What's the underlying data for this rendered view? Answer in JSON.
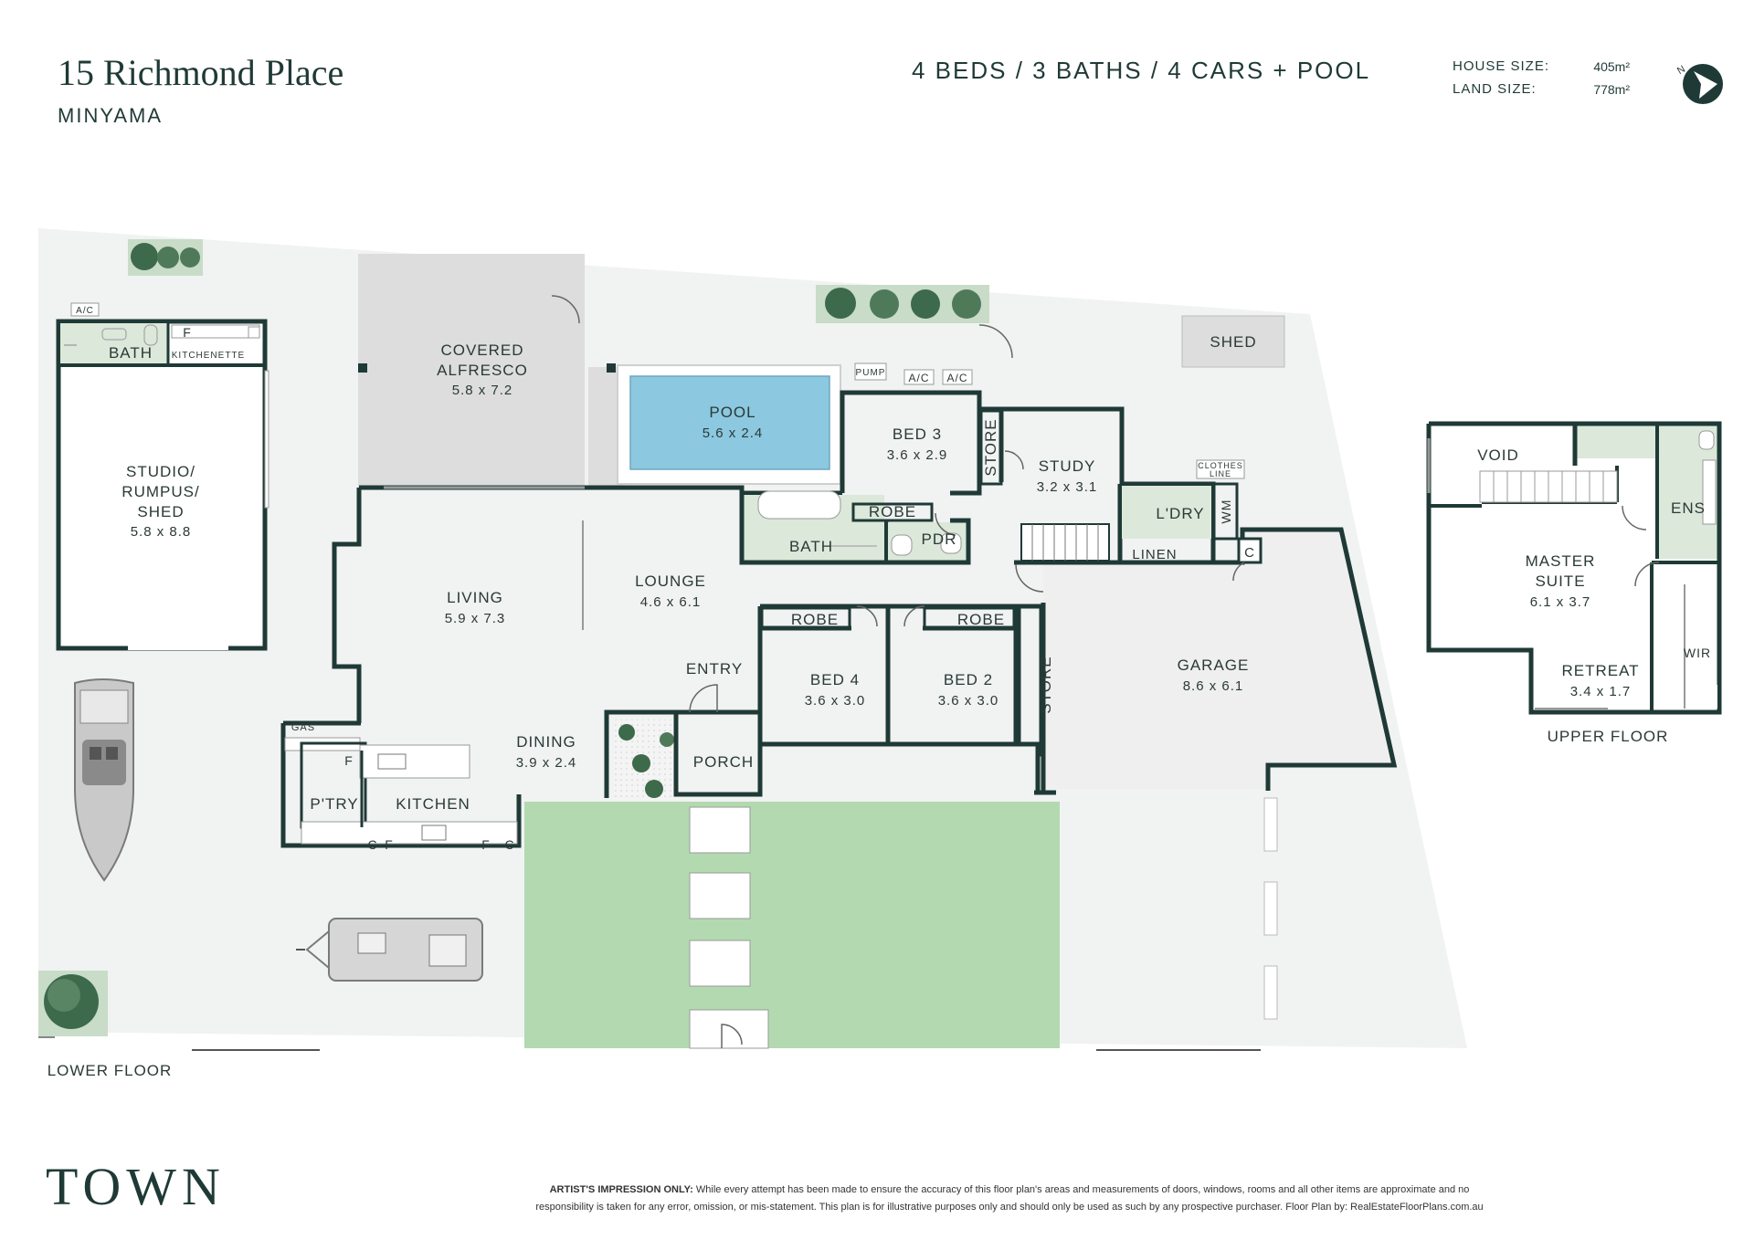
{
  "header": {
    "address": "15 Richmond Place",
    "suburb": "MINYAMA",
    "specs": "4 BEDS  /  3 BATHS  /  4 CARS + POOL",
    "house_size_label": "HOUSE SIZE:",
    "house_size_value": "405m²",
    "land_size_label": "LAND SIZE:",
    "land_size_value": "778m²"
  },
  "compass": {
    "icon": "north-compass-icon",
    "label": "N"
  },
  "colors": {
    "ink": "#1f3a36",
    "lawn": "#b3d9b0",
    "pool": "#8cc8e0",
    "land": "#f1f2f2",
    "wet": "#dbe8da",
    "covered": "#dcdddc"
  },
  "rooms": {
    "studio": "STUDIO/",
    "studio2": "RUMPUS/",
    "studio3": "SHED",
    "studio_size": "5.8 x 8.8",
    "bath_studio": "BATH",
    "kitchenette": "KITCHENETTE",
    "ac1": "A/C",
    "alfresco": "COVERED",
    "alfresco2": "ALFRESCO",
    "alfresco_size": "5.8 x 7.2",
    "pool": "POOL",
    "pool_size": "5.6 x 2.4",
    "pump": "PUMP",
    "ac2": "A/C",
    "ac3": "A/C",
    "bed3": "BED 3",
    "bed3_size": "3.6 x 2.9",
    "robe3": "ROBE",
    "store1": "STORE",
    "study": "STUDY",
    "study_size": "3.2 x 3.1",
    "shed": "SHED",
    "clothesline": "CLOTHES",
    "clothesline2": "LINE",
    "laundry": "L'DRY",
    "wm": "WM",
    "linen": "LINEN",
    "cupboard": "C",
    "living": "LIVING",
    "living_size": "5.9 x 7.3",
    "lounge": "LOUNGE",
    "lounge_size": "4.6 x 6.1",
    "bath": "BATH",
    "pdr": "PDR",
    "robe4": "ROBE",
    "robe2": "ROBE",
    "bed4": "BED 4",
    "bed4_size": "3.6 x 3.0",
    "bed2": "BED 2",
    "bed2_size": "3.6 x 3.0",
    "store2": "STORE",
    "garage": "GARAGE",
    "garage_size": "8.6 x 6.1",
    "entry": "ENTRY",
    "porch": "PORCH",
    "dining": "DINING",
    "dining_size": "3.9 x 2.4",
    "gas": "GAS",
    "pantry": "P'TRY",
    "kitchen": "KITCHEN",
    "f": "F",
    "c": "C",
    "lower_floor": "LOWER FLOOR"
  },
  "upper": {
    "void": "VOID",
    "ens": "ENS",
    "master": "MASTER",
    "master2": "SUITE",
    "master_size": "6.1 x 3.7",
    "retreat": "RETREAT",
    "retreat_size": "3.4 x 1.7",
    "wir": "WIR",
    "upper_floor": "UPPER FLOOR"
  },
  "footer": {
    "brand": "TOWN",
    "disclaimer_lead": "ARTIST'S IMPRESSION ONLY:",
    "disclaimer_line1": "While every attempt has been made to ensure the accuracy of this floor plan's areas and measurements of doors, windows, rooms and all other items are approximate and no",
    "disclaimer_line2": "responsibility is taken for any error, omission, or mis-statement. This plan is for illustrative purposes only and should only be used as such by any prospective purchaser. Floor Plan by: RealEstateFloorPlans.com.au"
  }
}
